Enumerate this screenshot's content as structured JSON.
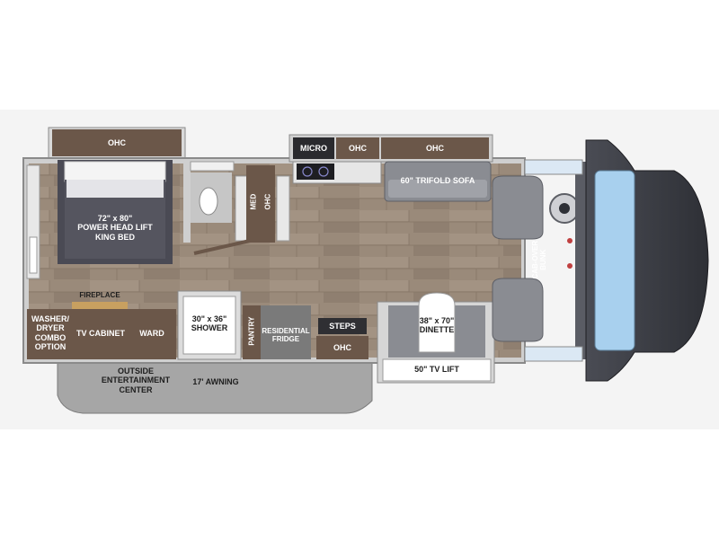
{
  "labels": {
    "ohc_bedroom": "OHC",
    "bed": "72\" x 80\"\nPOWER  HEAD LIFT\nKING BED",
    "med": "MED",
    "ohc_bath": "OHC",
    "micro": "MICRO",
    "ohc_kitchen_1": "OHC",
    "ohc_kitchen_2": "OHC",
    "sofa": "60\" TRIFOLD SOFA",
    "cab_bunk": "CAB-OVER\nBUNK",
    "fireplace": "FIREPLACE",
    "washer": "WASHER/\nDRYER\nCOMBO\nOPTION",
    "tv_cabinet": "TV CABINET",
    "ward": "WARD",
    "shower": "30\" x 36\"\nSHOWER",
    "pantry": "PANTRY",
    "fridge": "RESIDENTIAL\nFRIDGE",
    "steps": "STEPS",
    "ohc_entry": "OHC",
    "dinette": "38\" x 70\"\nDINETTE",
    "tv_lift": "50\" TV LIFT",
    "outside_ent": "OUTSIDE\nENTERTAINMENT\nCENTER",
    "awning": "17' AWNING"
  },
  "colors": {
    "floor": "#9a8a7a",
    "cabinet": "#6b5749",
    "wall": "#9a9a9a",
    "bed": "#4a4a54",
    "cab": "#3a3c44",
    "seat": "#8a8c92",
    "awning": "#a6a6a6",
    "page_band": "#f4f4f4"
  }
}
